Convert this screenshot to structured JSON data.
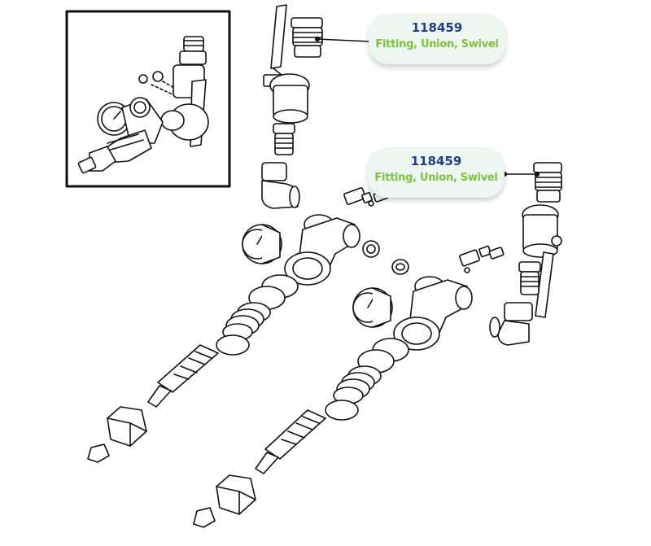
{
  "callouts": [
    {
      "part_number": "118459",
      "description": "Fitting, Union, Swivel"
    },
    {
      "part_number": "118459",
      "description": "Fitting, Union, Swivel"
    }
  ],
  "colors": {
    "part_number": "#1f3f86",
    "description": "#7cc242",
    "callout_bg": "#eef6f2",
    "line": "#111111"
  }
}
